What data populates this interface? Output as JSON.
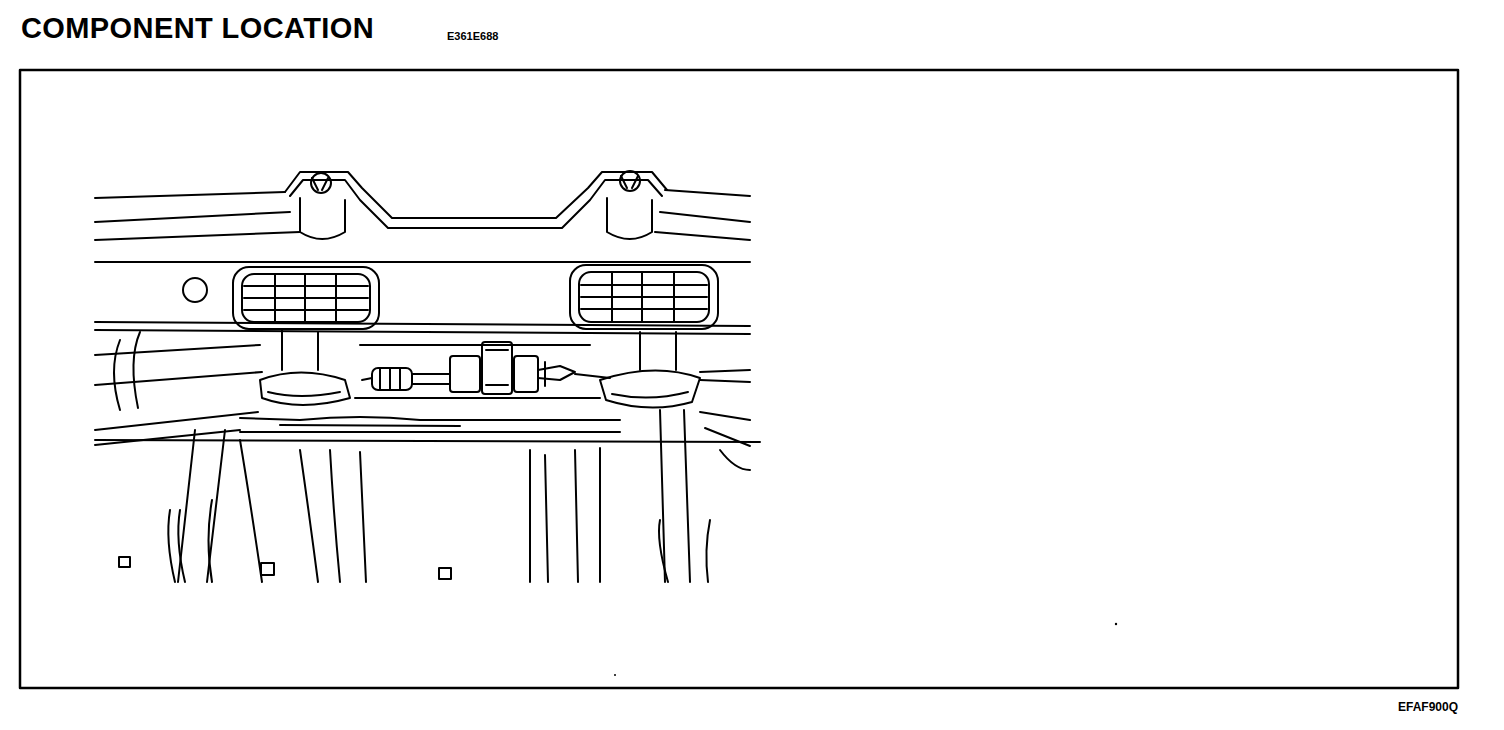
{
  "diagram": {
    "title": "COMPONENT LOCATION",
    "labels": [
      "E361E688",
      "EFAF900Q"
    ]
  }
}
